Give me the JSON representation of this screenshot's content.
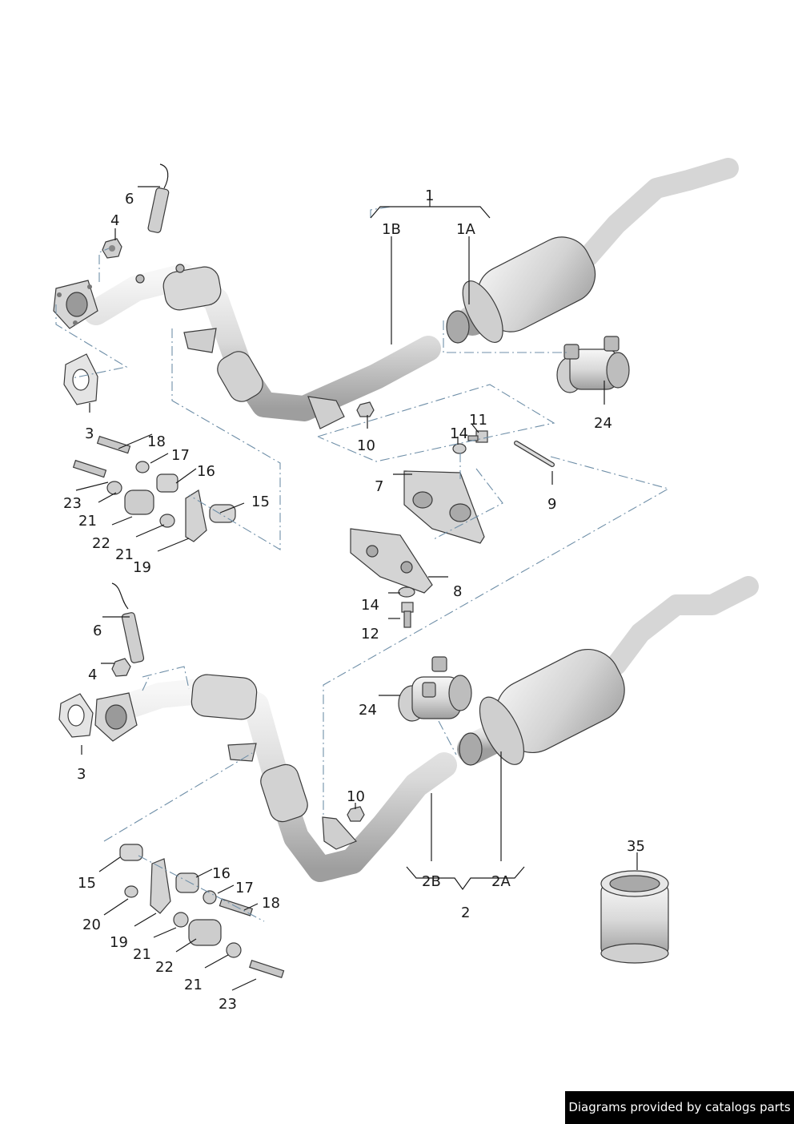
{
  "labels": {
    "assembly_upper": "1",
    "upper_front_pipe": "1B",
    "upper_rear_muffler": "1A",
    "assembly_lower": "2",
    "lower_front_pipe": "2B",
    "lower_rear_muffler": "2A",
    "gasket": "3",
    "nut": "4",
    "oxygen_sensor": "6",
    "bracket_7": "7",
    "bracket_8": "8",
    "strap_9": "9",
    "nut_10": "10",
    "bolt_11": "11",
    "bolt_12": "12",
    "washer_14": "14",
    "spacer_15": "15",
    "bushing_16": "16",
    "washer_17": "17",
    "bolt_18": "18",
    "hanger_19": "19",
    "nut_20": "20",
    "nut_21": "21",
    "rubber_mount_22": "22",
    "bolt_23": "23",
    "clamp_24": "24",
    "sleeve_35": "35"
  },
  "footer": {
    "text": "Diagrams provided by catalogs parts"
  },
  "colors": {
    "pipe_fill": "#e6e6e6",
    "pipe_shade": "#b9b9b9",
    "dashed_guide": "#6f8fa8",
    "footer_bg": "#000000"
  }
}
